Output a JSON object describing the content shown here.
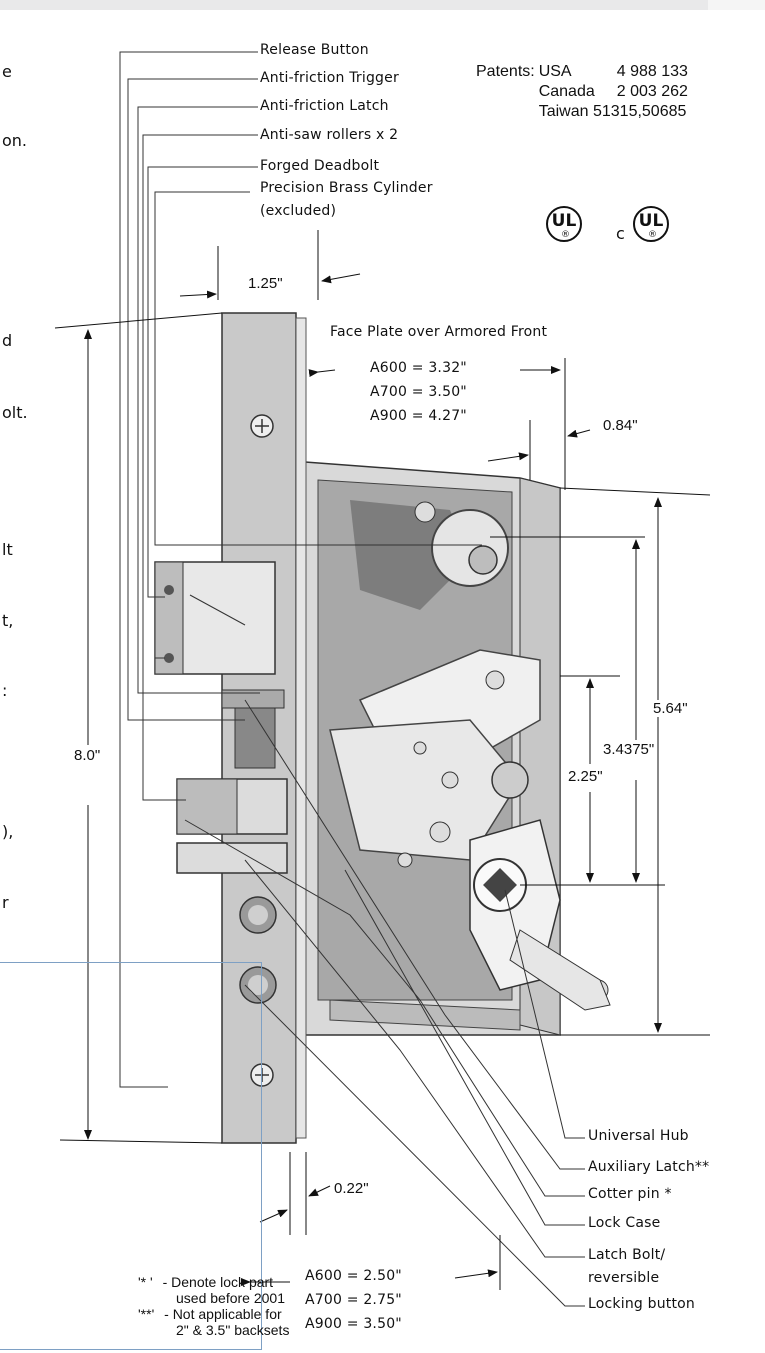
{
  "callouts": {
    "release_button": "Release Button",
    "anti_friction_trigger": "Anti-friction Trigger",
    "anti_friction_latch": "Anti-friction Latch",
    "anti_saw_rollers": "Anti-saw rollers x 2",
    "forged_deadbolt": "Forged Deadbolt",
    "precision_cylinder": "Precision Brass Cylinder",
    "cylinder_excluded": "(excluded)",
    "face_plate": "Face Plate over Armored Front",
    "universal_hub": "Universal Hub",
    "auxiliary_latch": "Auxiliary Latch**",
    "cotter_pin": "Cotter pin *",
    "lock_case": "Lock Case",
    "latch_bolt": "Latch Bolt/",
    "latch_bolt_2": "reversible",
    "locking_button": "Locking button"
  },
  "patents": {
    "label": "Patents:",
    "rows": [
      {
        "country": "USA",
        "number": "4 988 133"
      },
      {
        "country": "Canada",
        "number": "2 003 262"
      },
      {
        "country": "Taiwan",
        "number": "51315,50685"
      }
    ]
  },
  "certification": {
    "ul": "UL",
    "c": "c",
    "registered": "®"
  },
  "dimensions": {
    "top_width": "1.25\"",
    "a600_depth": "A600 = 3.32\"",
    "a700_depth": "A700 = 3.50\"",
    "a900_depth": "A900 = 4.27\"",
    "offset": "0.84\"",
    "height_case": "5.64\"",
    "hub_to_cyl": "3.4375\"",
    "hub_to_latch": "2.25\"",
    "faceplate_height": "8.0\"",
    "faceplate_thick": "0.22\"",
    "a600_backset": "A600 = 2.50\"",
    "a700_backset": "A700 = 2.75\"",
    "a900_backset": "A900 = 3.50\""
  },
  "notes": [
    {
      "mark": "'* '",
      "text": "- Denote lock part",
      "text2": "used before 2001"
    },
    {
      "mark": "'**'",
      "text": "-  Not applicable for",
      "text2": "2\" & 3.5\" backsets"
    }
  ],
  "left_fragments": [
    "e",
    "on.",
    "d",
    "olt.",
    "lt",
    "t,",
    ":",
    "),",
    "r"
  ]
}
